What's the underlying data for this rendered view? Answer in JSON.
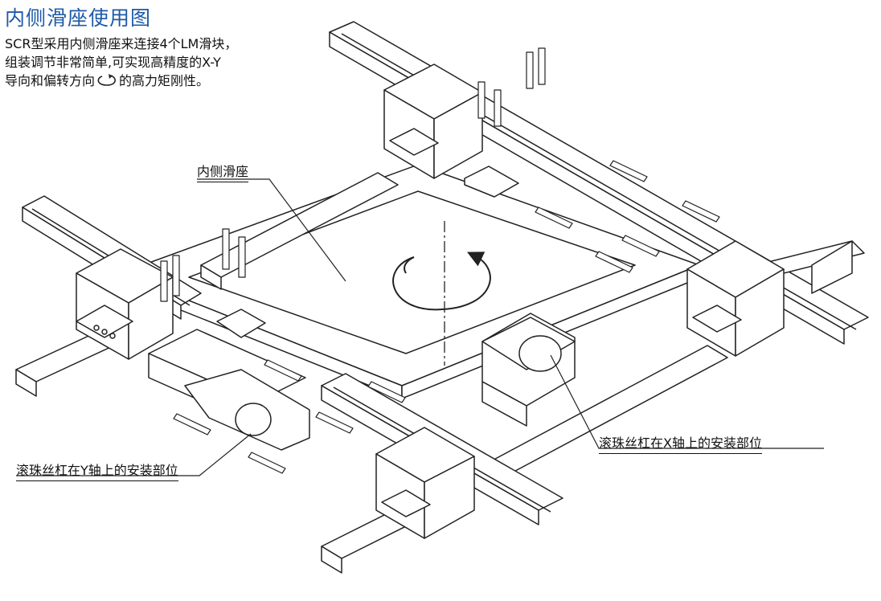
{
  "title": "内侧滑座使用图",
  "description": {
    "line1": "SCR型采用内侧滑座来连接4个LM滑块，",
    "line2": "组装调节非常简单,可实现高精度的X-Y",
    "line3_before_icon": "导向和偏转方向",
    "line3_after_icon": "的高力矩刚性。",
    "rotation_icon": "rotation-arrow-icon"
  },
  "callouts": {
    "inner_slide": "内侧滑座",
    "ball_screw_x": "滚珠丝杠在X轴上的安装部位",
    "ball_screw_y": "滚珠丝杠在Y轴上的安装部位"
  },
  "colors": {
    "title": "#1e5aa8",
    "line": "#222222",
    "fill": "#ffffff"
  }
}
